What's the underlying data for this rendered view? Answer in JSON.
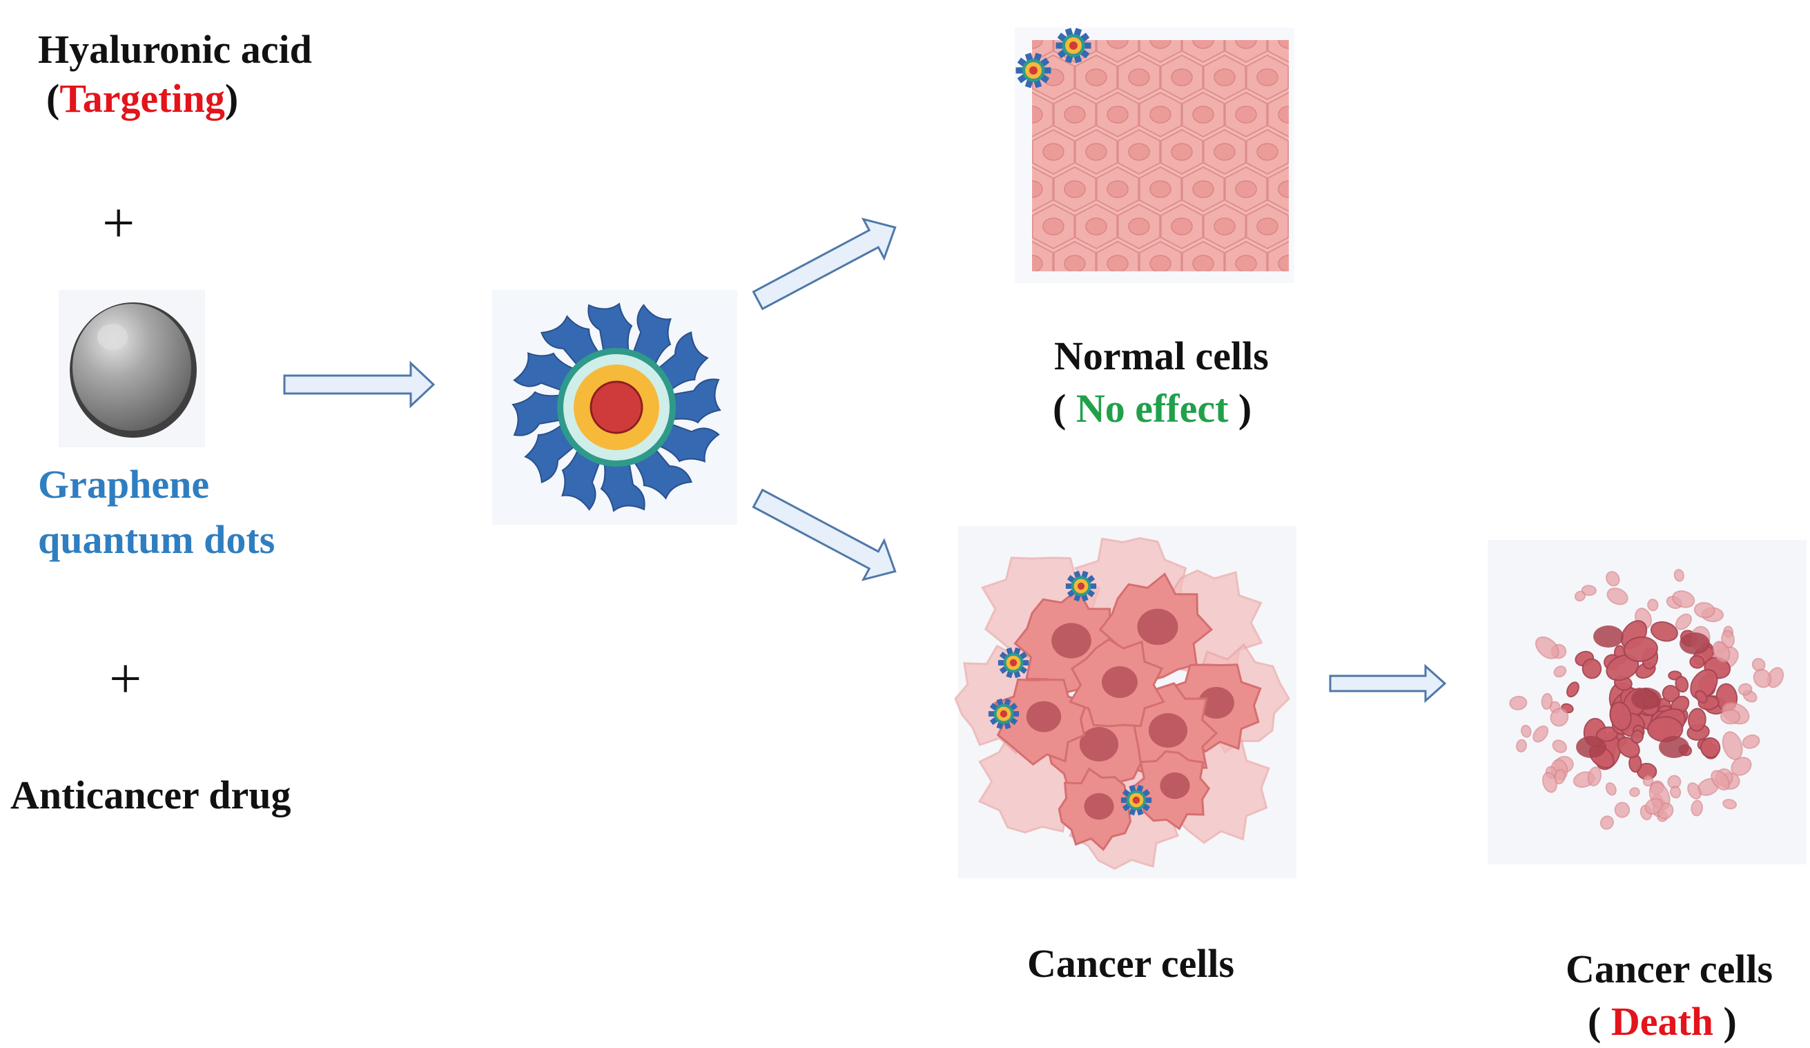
{
  "labels": {
    "hyaluronic_acid": "Hyaluronic acid",
    "targeting_open": "(",
    "targeting": "Targeting",
    "targeting_close": ")",
    "plus_1": "+",
    "graphene_line1": "Graphene",
    "graphene_line2": "quantum dots",
    "plus_2": "+",
    "anticancer_drug": "Anticancer drug",
    "normal_cells": "Normal cells",
    "no_effect_open": "( ",
    "no_effect": "No effect",
    "no_effect_close": " )",
    "cancer_cells": "Cancer cells",
    "cancer_cells_death": "Cancer cells",
    "death_open": "( ",
    "death": "Death",
    "death_close": " )"
  },
  "colors": {
    "targeting": "#e3141b",
    "no_effect": "#21a04a",
    "death": "#e3141b",
    "graphene": "#2f7ec0",
    "arrow_fill": "#e6effa",
    "arrow_stroke": "#4f78a8",
    "hyaluronic_blue": "#3569b2",
    "core_red": "#cf3b3b",
    "core_orange": "#f6b93a",
    "teal_ring": "#2f9a8a",
    "normal_tissue": "#f2b0b0",
    "cancer_cell": "#e98a8a",
    "dead_cell": "#c95c66"
  },
  "icons": {
    "graphene_sphere": "grey-sphere-icon",
    "nanoparticle": "nanoparticle-icon",
    "normal_tissue": "normal-tissue-icon",
    "cancer_cluster": "cancer-cell-cluster-icon",
    "dead_cells": "dead-cancer-cells-icon",
    "arrow": "right-arrow-icon"
  }
}
